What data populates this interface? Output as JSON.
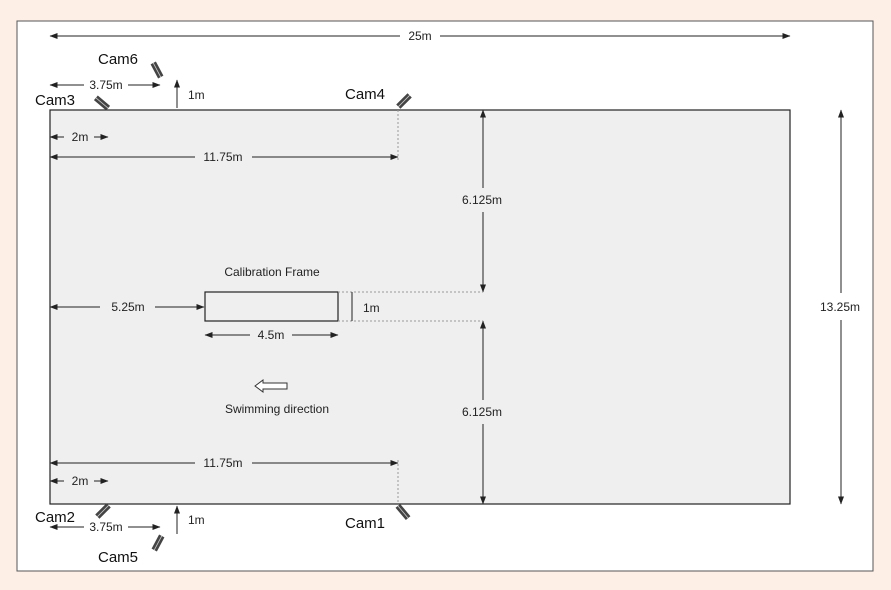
{
  "labels": {
    "pool_length": "25m",
    "pool_width": "13.25m",
    "cam3_offset": "2m",
    "cam2_offset": "2m",
    "cam6_offset": "3.75m",
    "cam5_offset": "3.75m",
    "cam6_setback": "1m",
    "cam5_setback": "1m",
    "cam4_offset": "11.75m",
    "cam1_offset": "11.75m",
    "upper_half": "6.125m",
    "lower_half": "6.125m",
    "frame_offset": "5.25m",
    "frame_length": "4.5m",
    "frame_width": "1m",
    "frame_title": "Calibration Frame",
    "swim_direction": "Swimming direction"
  },
  "cameras": {
    "cam1": "Cam1",
    "cam2": "Cam2",
    "cam3": "Cam3",
    "cam4": "Cam4",
    "cam5": "Cam5",
    "cam6": "Cam6"
  }
}
